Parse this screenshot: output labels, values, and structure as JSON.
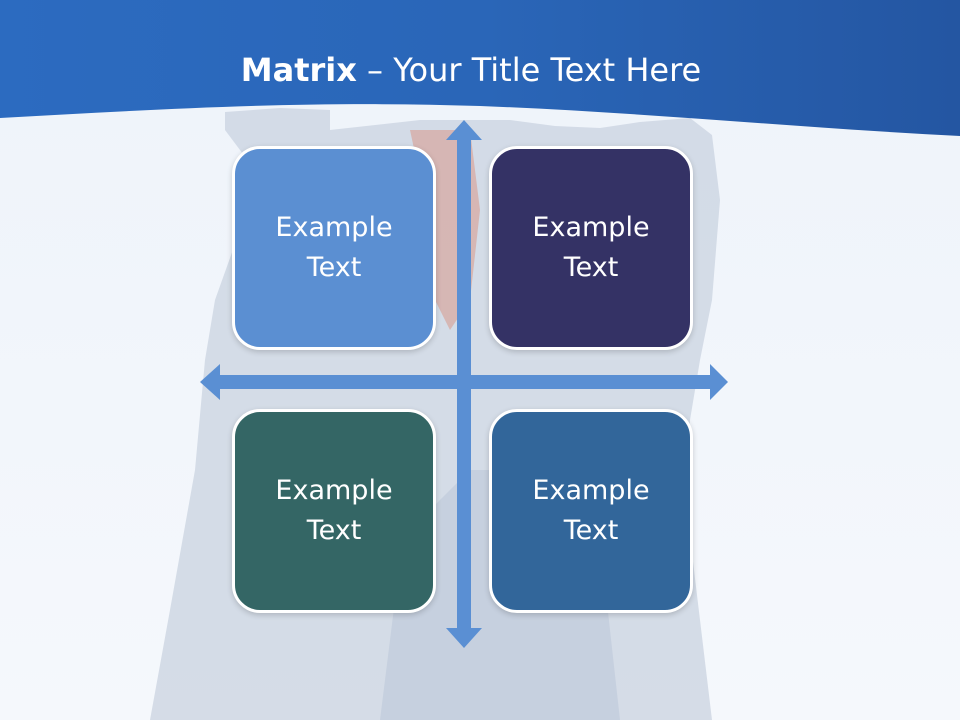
{
  "slide": {
    "title_bold": "Matrix",
    "title_rest": " – Your Title Text Here"
  },
  "matrix": {
    "cells": [
      {
        "line1": "Example",
        "line2": "Text",
        "color": "#5b8fd2"
      },
      {
        "line1": "Example",
        "line2": "Text",
        "color": "#343265"
      },
      {
        "line1": "Example",
        "line2": "Text",
        "color": "#346665"
      },
      {
        "line1": "Example",
        "line2": "Text",
        "color": "#32669a"
      }
    ],
    "axis_color": "#5a8fd3"
  },
  "theme": {
    "header_color": "#2a66b8",
    "background_color": "#f2f6fb"
  }
}
